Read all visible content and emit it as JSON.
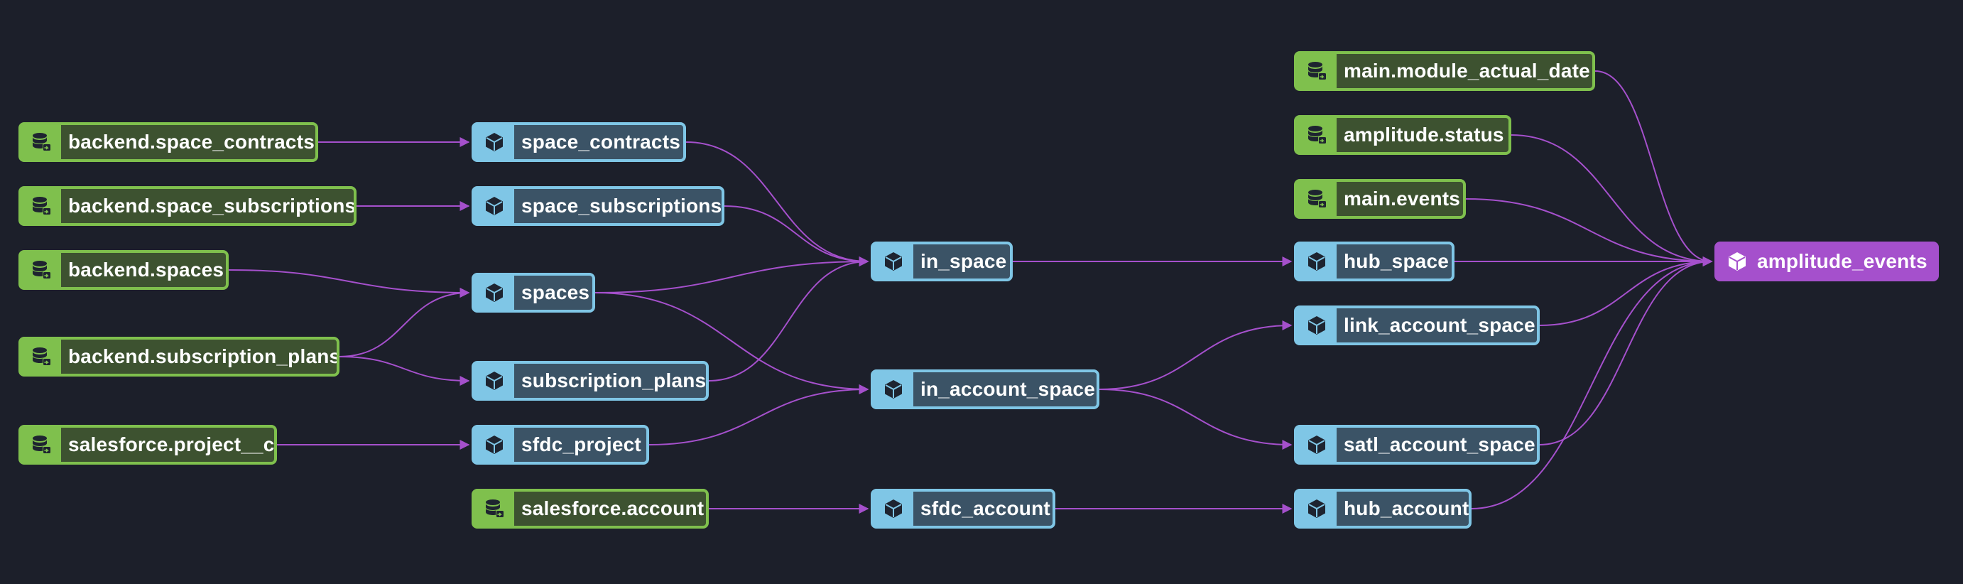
{
  "diagram": {
    "colors": {
      "background": "#1c1f2a",
      "source": "#7fc04d",
      "model": "#7fc6e6",
      "exposure": "#a550cc",
      "edge": "#a550cc"
    },
    "nodes": [
      {
        "id": "src_space_contracts",
        "label": "backend.space_contracts",
        "kind": "source",
        "icon": "database-icon"
      },
      {
        "id": "src_space_subscriptions",
        "label": "backend.space_subscriptions",
        "kind": "source",
        "icon": "database-icon"
      },
      {
        "id": "src_spaces",
        "label": "backend.spaces",
        "kind": "source",
        "icon": "database-icon"
      },
      {
        "id": "src_subscription_plans",
        "label": "backend.subscription_plans",
        "kind": "source",
        "icon": "database-icon"
      },
      {
        "id": "src_project_c",
        "label": "salesforce.project__c",
        "kind": "source",
        "icon": "database-icon"
      },
      {
        "id": "space_contracts",
        "label": "space_contracts",
        "kind": "model",
        "icon": "cube-icon"
      },
      {
        "id": "space_subscriptions",
        "label": "space_subscriptions",
        "kind": "model",
        "icon": "cube-icon"
      },
      {
        "id": "spaces",
        "label": "spaces",
        "kind": "model",
        "icon": "cube-icon"
      },
      {
        "id": "subscription_plans",
        "label": "subscription_plans",
        "kind": "model",
        "icon": "cube-icon"
      },
      {
        "id": "sfdc_project",
        "label": "sfdc_project",
        "kind": "model",
        "icon": "cube-icon"
      },
      {
        "id": "src_account",
        "label": "salesforce.account",
        "kind": "source",
        "icon": "database-icon"
      },
      {
        "id": "in_space",
        "label": "in_space",
        "kind": "model",
        "icon": "cube-icon"
      },
      {
        "id": "in_account_space",
        "label": "in_account_space",
        "kind": "model",
        "icon": "cube-icon"
      },
      {
        "id": "sfdc_account",
        "label": "sfdc_account",
        "kind": "model",
        "icon": "cube-icon"
      },
      {
        "id": "src_module_actual_date",
        "label": "main.module_actual_date",
        "kind": "source",
        "icon": "database-icon"
      },
      {
        "id": "src_amplitude_status",
        "label": "amplitude.status",
        "kind": "source",
        "icon": "database-icon"
      },
      {
        "id": "src_main_events",
        "label": "main.events",
        "kind": "source",
        "icon": "database-icon"
      },
      {
        "id": "hub_space",
        "label": "hub_space",
        "kind": "model",
        "icon": "cube-icon"
      },
      {
        "id": "link_account_space",
        "label": "link_account_space",
        "kind": "model",
        "icon": "cube-icon"
      },
      {
        "id": "satl_account_space",
        "label": "satl_account_space",
        "kind": "model",
        "icon": "cube-icon"
      },
      {
        "id": "hub_account",
        "label": "hub_account",
        "kind": "model",
        "icon": "cube-icon"
      },
      {
        "id": "amplitude_events",
        "label": "amplitude_events",
        "kind": "exposure",
        "icon": "cube-icon"
      }
    ],
    "edges": [
      [
        "src_space_contracts",
        "space_contracts"
      ],
      [
        "src_space_subscriptions",
        "space_subscriptions"
      ],
      [
        "src_spaces",
        "spaces"
      ],
      [
        "src_subscription_plans",
        "spaces"
      ],
      [
        "src_subscription_plans",
        "subscription_plans"
      ],
      [
        "src_project_c",
        "sfdc_project"
      ],
      [
        "space_contracts",
        "in_space"
      ],
      [
        "space_subscriptions",
        "in_space"
      ],
      [
        "spaces",
        "in_space"
      ],
      [
        "subscription_plans",
        "in_space"
      ],
      [
        "spaces",
        "in_account_space"
      ],
      [
        "sfdc_project",
        "in_account_space"
      ],
      [
        "src_account",
        "sfdc_account"
      ],
      [
        "in_space",
        "hub_space"
      ],
      [
        "in_account_space",
        "link_account_space"
      ],
      [
        "in_account_space",
        "satl_account_space"
      ],
      [
        "sfdc_account",
        "hub_account"
      ],
      [
        "src_module_actual_date",
        "amplitude_events"
      ],
      [
        "src_amplitude_status",
        "amplitude_events"
      ],
      [
        "src_main_events",
        "amplitude_events"
      ],
      [
        "hub_space",
        "amplitude_events"
      ],
      [
        "link_account_space",
        "amplitude_events"
      ],
      [
        "satl_account_space",
        "amplitude_events"
      ],
      [
        "hub_account",
        "amplitude_events"
      ]
    ]
  }
}
